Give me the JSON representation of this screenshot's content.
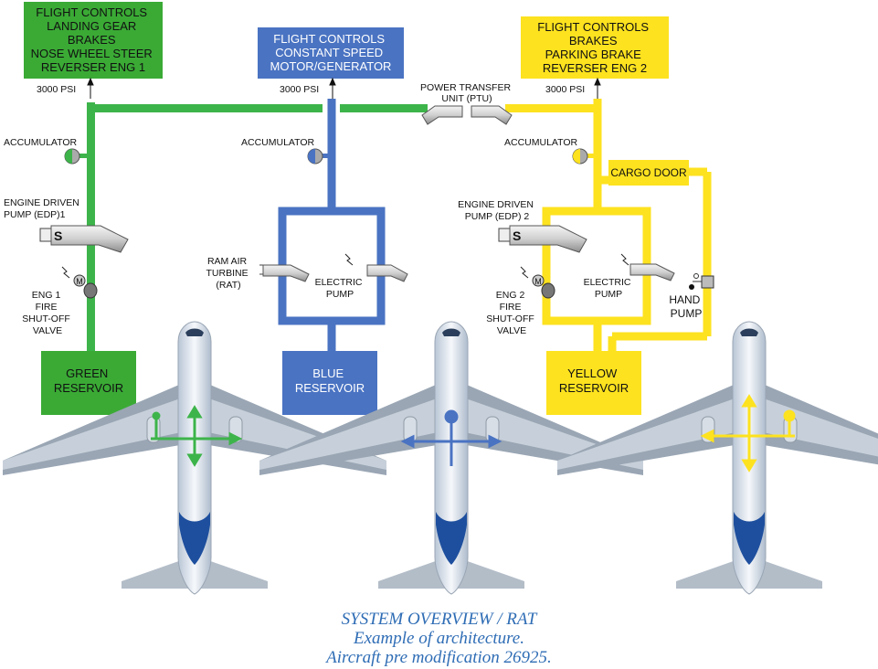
{
  "colors": {
    "green": "#3db44a",
    "blue": "#4a73c2",
    "yellow": "#fde21f",
    "green_box": "#3aaa35",
    "blue_box": "#4a73c2",
    "yellow_box": "#fde21f"
  },
  "green_system": {
    "consumers": [
      "FLIGHT CONTROLS",
      "LANDING GEAR",
      "BRAKES",
      "NOSE WHEEL STEER",
      "REVERSER ENG 1"
    ],
    "pressure": "3000 PSI",
    "accumulator": "ACCUMULATOR",
    "pump": [
      "ENGINE DRIVEN",
      "PUMP (EDP)1"
    ],
    "pump_badge": "S",
    "valve": [
      "ENG 1",
      "FIRE",
      "SHUT-OFF",
      "VALVE"
    ],
    "valve_badge": "M",
    "reservoir": [
      "GREEN",
      "RESERVOIR"
    ]
  },
  "blue_system": {
    "consumers": [
      "FLIGHT CONTROLS",
      "CONSTANT SPEED",
      "MOTOR/GENERATOR"
    ],
    "pressure": "3000 PSI",
    "accumulator": "ACCUMULATOR",
    "rat": [
      "RAM AIR",
      "TURBINE",
      "(RAT)"
    ],
    "electric_pump": [
      "ELECTRIC",
      "PUMP"
    ],
    "reservoir": [
      "BLUE",
      "RESERVOIR"
    ]
  },
  "yellow_system": {
    "consumers": [
      "FLIGHT CONTROLS",
      "BRAKES",
      "PARKING BRAKE",
      "REVERSER ENG 2"
    ],
    "pressure": "3000 PSI",
    "accumulator": "ACCUMULATOR",
    "cargo_door": "CARGO DOOR",
    "pump": [
      "ENGINE DRIVEN",
      "PUMP (EDP) 2"
    ],
    "pump_badge": "S",
    "valve": [
      "ENG 2",
      "FIRE",
      "SHUT-OFF",
      "VALVE"
    ],
    "valve_badge": "M",
    "electric_pump": [
      "ELECTRIC",
      "PUMP"
    ],
    "hand_pump": [
      "HAND",
      "PUMP"
    ],
    "reservoir": [
      "YELLOW",
      "RESERVOIR"
    ]
  },
  "ptu": [
    "POWER TRANSFER",
    "UNIT (PTU)"
  ],
  "caption": [
    "SYSTEM OVERVIEW / RAT",
    "Example of architecture.",
    "Aircraft pre modification 26925."
  ]
}
